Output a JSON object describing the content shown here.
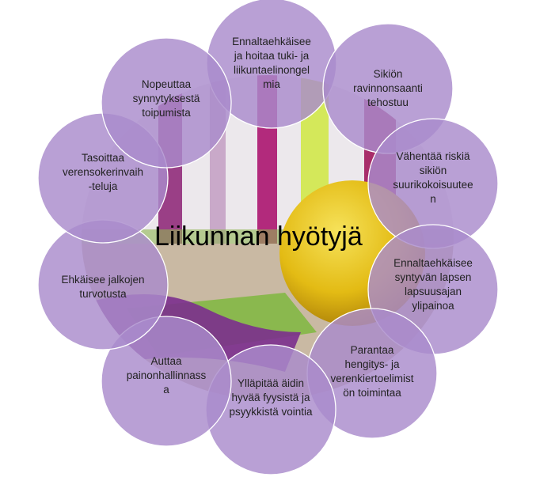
{
  "title": "Liikunnan hyötyjä",
  "colors": {
    "bubble": "#a98bcc",
    "bubble_stroke": "#ffffff",
    "ball": "#e8c21c"
  },
  "benefits": [
    "Ennaltaehkäisee\nja hoitaa tuki- ja\nliikuntaelinongel\nmia",
    "Sikiön\nravinnonsaanti\ntehostuu",
    "Vähentää riskiä\nsikiön\nsuurikokoisuutee\nn",
    "Ennaltaehkäisee\nsyntyvän lapsen\nlapsuusajan\nylipainoa",
    "Parantaa\nhengitys- ja\nverenkiertoelimist\nön toimintaa",
    "Ylläpitää äidin\nhyvää fyysistä ja\npsyykkistä vointia",
    "Auttaa\npainonhallinnass\na",
    "Ehkäisee jalkojen\nturvotusta",
    "Tasoittaa\nverensokerinvaih\n-teluja",
    "Nopeuttaa\nsynnytyksestä\ntoipumista"
  ]
}
